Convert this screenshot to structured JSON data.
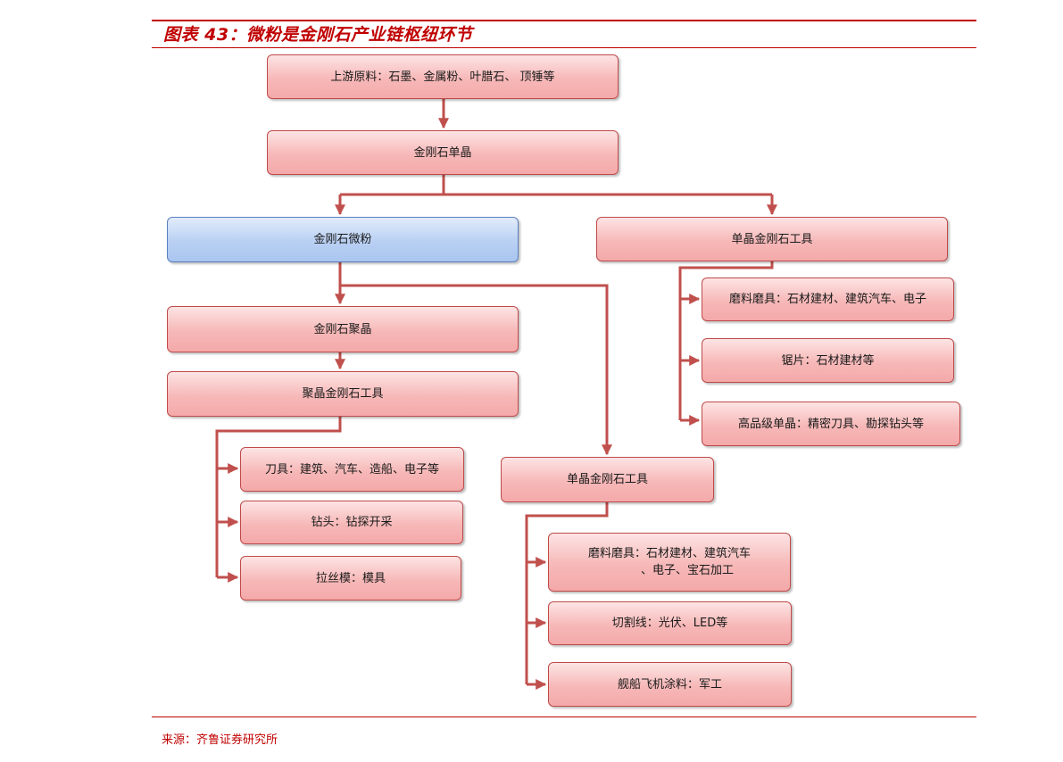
{
  "header": {
    "title": "图表 43：微粉是金刚石产业链枢纽环节"
  },
  "footer": {
    "source": "来源：齐鲁证券研究所"
  },
  "colors": {
    "accent": "#c00000",
    "arrow": "#c0504d",
    "box_red": "#f7b8b8",
    "box_blue": "#b9d0f3"
  },
  "nodes": {
    "raw": "上游原料：石墨、金属粉、叶腊石、 顶锤等",
    "single_crystal": "金刚石单晶",
    "micro_powder": "金刚石微粉",
    "single_tools_top": "单晶金刚石工具",
    "abrasive_top": "磨料磨具：石材建材、建筑汽车、电子",
    "saw_blade": "锯片：石材建材等",
    "high_grade": "高品级单晶：精密刀具、勘探钻头等",
    "polycrystal": "金刚石聚晶",
    "poly_tools": "聚晶金刚石工具",
    "cutter": "刀具：建筑、汽车、造船、电子等",
    "drill": "钻头：钻探开采",
    "wire_die": "拉丝模：模具",
    "single_tools_mid": "单晶金刚石工具",
    "abrasive_mid_line1": "磨料磨具：石材建材、建筑汽车",
    "abrasive_mid_line2": "、电子、宝石加工",
    "cutting_wire": "切割线：光伏、LED等",
    "coating": "舰船飞机涂料：军工"
  }
}
